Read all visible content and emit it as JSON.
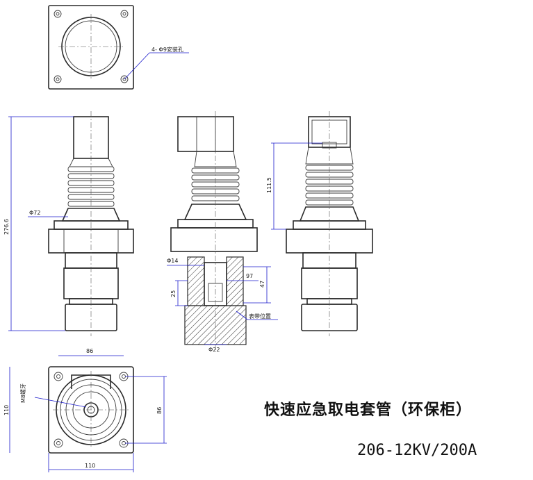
{
  "title": "快速应急取电套管（环保柜）",
  "model": "206-12KV/200A",
  "labels": {
    "mount_holes": "4- Φ9安装孔",
    "dia72": "Φ72",
    "height276": "276.6",
    "h111": "111.5",
    "dia14": "Φ14",
    "w97": "97",
    "h47": "47",
    "h25": "25",
    "table_pos": "表带位置",
    "dia22": "Φ22",
    "w86_top": "86",
    "m8": "M8螺牙",
    "h110": "110",
    "h86": "86",
    "w110_bottom": "110"
  }
}
